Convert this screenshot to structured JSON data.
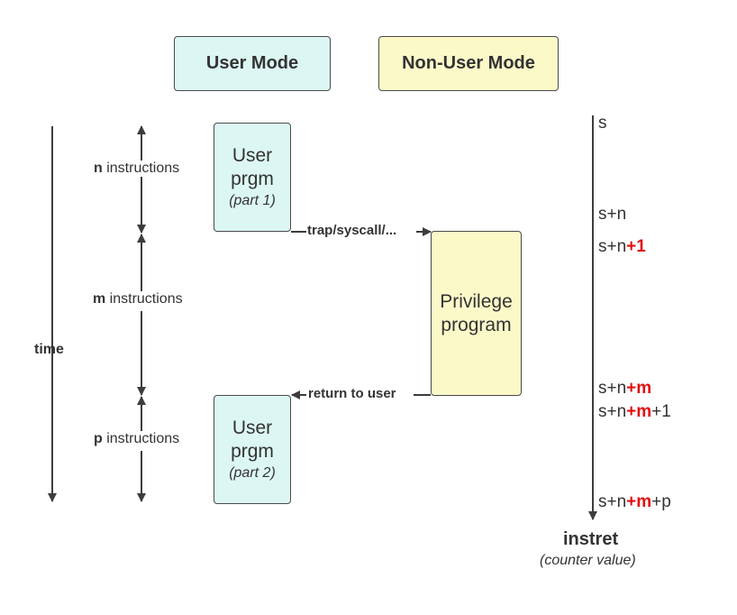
{
  "modes": {
    "user": "User Mode",
    "non_user": "Non-User Mode"
  },
  "programs": {
    "part1": {
      "line1": "User",
      "line2": "prgm",
      "sub": "(part 1)"
    },
    "part2": {
      "line1": "User",
      "line2": "prgm",
      "sub": "(part 2)"
    },
    "privilege": {
      "line1": "Privilege",
      "line2": "program"
    }
  },
  "time_label": "time",
  "segments": {
    "n": {
      "var": "n",
      "text": " instructions"
    },
    "m": {
      "var": "m",
      "text": " instructions"
    },
    "p": {
      "var": "p",
      "text": " instructions"
    }
  },
  "transitions": {
    "trap": "trap/syscall/...",
    "return": "return to user"
  },
  "counter": {
    "v0": "s",
    "v1": "s+n",
    "v2": {
      "a": "s+n",
      "b": "+1"
    },
    "v3": {
      "a": "s+n",
      "b": "+m"
    },
    "v4": {
      "a": "s+n",
      "b": "+m",
      "c": "+1"
    },
    "v5": {
      "a": "s+n",
      "b": "+m",
      "c": "+p"
    },
    "title": "instret",
    "subtitle": "(counter value)"
  },
  "colors": {
    "user_fill": "#dcf7f3",
    "nonuser_fill": "#fbf9c8",
    "highlight": "#e01010",
    "line": "#3d3d3d"
  }
}
